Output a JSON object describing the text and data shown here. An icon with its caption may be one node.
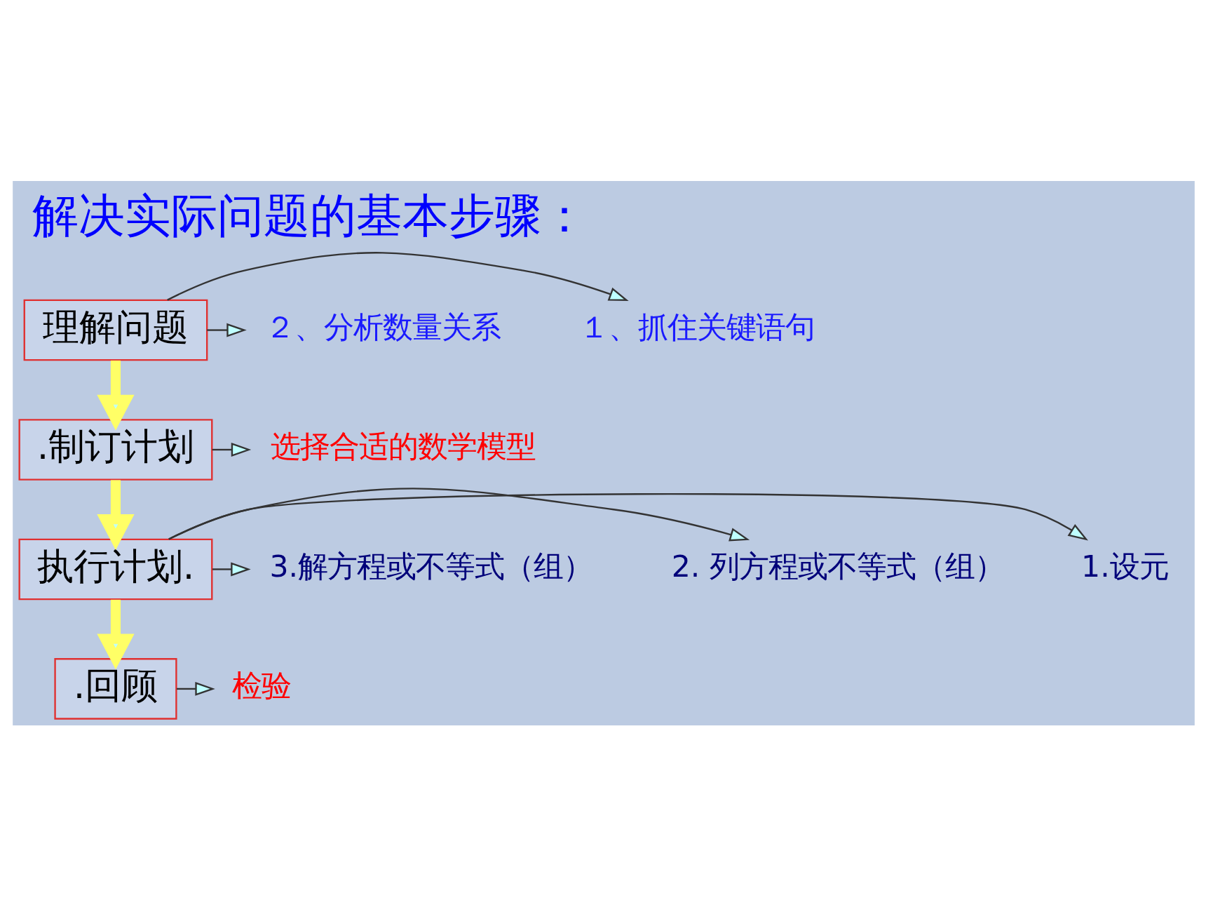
{
  "diagram": {
    "title": "解决实际问题的基本步骤：",
    "nodes": [
      {
        "text": [
          "理解问题"
        ]
      },
      {
        "text": [
          "１、抓住关键语句"
        ]
      },
      {
        "text": [
          "２、分析数量关系"
        ]
      },
      {
        "text": [
          ".制订计划"
        ]
      },
      {
        "text": [
          "选择合适的数学模型"
        ]
      },
      {
        "text": [
          "执行计划."
        ]
      },
      {
        "text": [
          "1.设元"
        ]
      },
      {
        "text": [
          "2. 列方程或不等式（组）"
        ]
      },
      {
        "text": [
          "3.解方程或不等式（组）"
        ]
      },
      {
        "text": [
          ".回顾"
        ]
      },
      {
        "text": [
          "检验"
        ]
      }
    ],
    "edges": [
      {
        "from": 0,
        "to": 1,
        "arrow": "to"
      },
      {
        "from": 0,
        "to": 2,
        "arrow": "to"
      },
      {
        "from": 0,
        "to": 3,
        "arrow": "to",
        "style": "thick",
        "color": "#ffff66"
      },
      {
        "from": 3,
        "to": 4,
        "arrow": "to"
      },
      {
        "from": 3,
        "to": 5,
        "arrow": "to",
        "style": "thick",
        "color": "#ffff66"
      },
      {
        "from": 5,
        "to": 6,
        "arrow": "to"
      },
      {
        "from": 5,
        "to": 7,
        "arrow": "to"
      },
      {
        "from": 5,
        "to": 8,
        "arrow": "to"
      },
      {
        "from": 5,
        "to": 9,
        "arrow": "to",
        "style": "thick",
        "color": "#ffff66"
      },
      {
        "from": 9,
        "to": 10,
        "arrow": "to"
      }
    ]
  }
}
